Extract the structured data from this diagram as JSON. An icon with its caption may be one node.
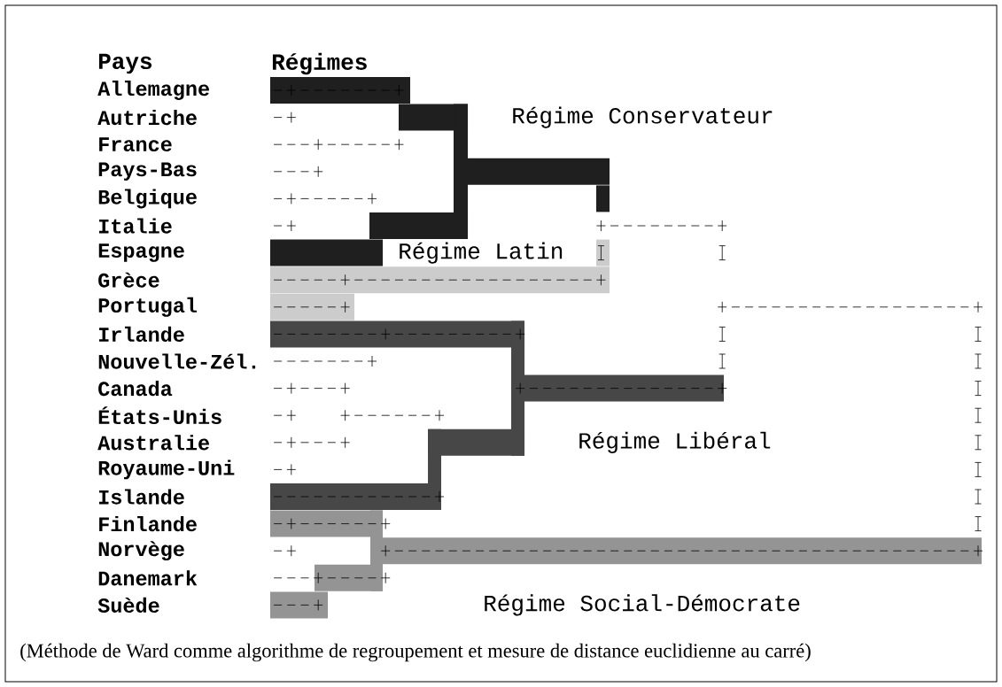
{
  "diagram": {
    "caption": "(Méthode de Ward comme algorithme de regroupement et mesure de distance euclidienne au carré)",
    "labels": [
      "Pays",
      "Régimes",
      "Allemagne",
      "Autriche",
      "Régime Conservateur",
      "France",
      "Pays-Bas",
      "Belgique",
      "Italie",
      "Espagne",
      "Régime Latin",
      "Grèce",
      "Portugal",
      "Irlande",
      "Nouvelle-Zél.",
      "Canada",
      "États-Unis",
      "Australie",
      "Régime Libéral",
      "Royaume-Uni",
      "Islande",
      "Finlande",
      "Norvège",
      "Danemark",
      "Suède",
      "Régime Social-Démocrate"
    ]
  }
}
